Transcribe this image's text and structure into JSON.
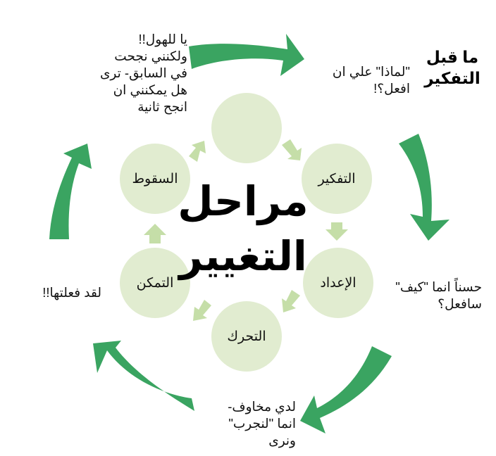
{
  "center_title": [
    "مراحل",
    "التغيير"
  ],
  "stages": {
    "top": "",
    "thinking": "التفكير",
    "preparation": "الإعداد",
    "action": "التحرك",
    "maintenance": "التمكن",
    "relapse": "السقوط"
  },
  "precontemplation_heading": [
    "ما قبل",
    "التفكير"
  ],
  "notes": {
    "thinking": [
      "\"لماذا\" علي ان",
      "افعل؟!"
    ],
    "preparation": [
      "حسناً انما \"كيف\"",
      "سافعل؟"
    ],
    "action": [
      "لدي مخاوف-",
      "انما \"لنجرب\"",
      "ونرى"
    ],
    "maintenance": [
      "لقد فعلتها!!"
    ],
    "relapse": [
      "يا للهول!!",
      "ولكنني نجحت",
      "في السابق- ترى",
      "هل يمكنني ان",
      "انجح ثانية"
    ]
  },
  "colors": {
    "big_arrow": "#3aa461",
    "small_arrow": "#c5dea8",
    "circle_fill": "#e1ecd0"
  }
}
